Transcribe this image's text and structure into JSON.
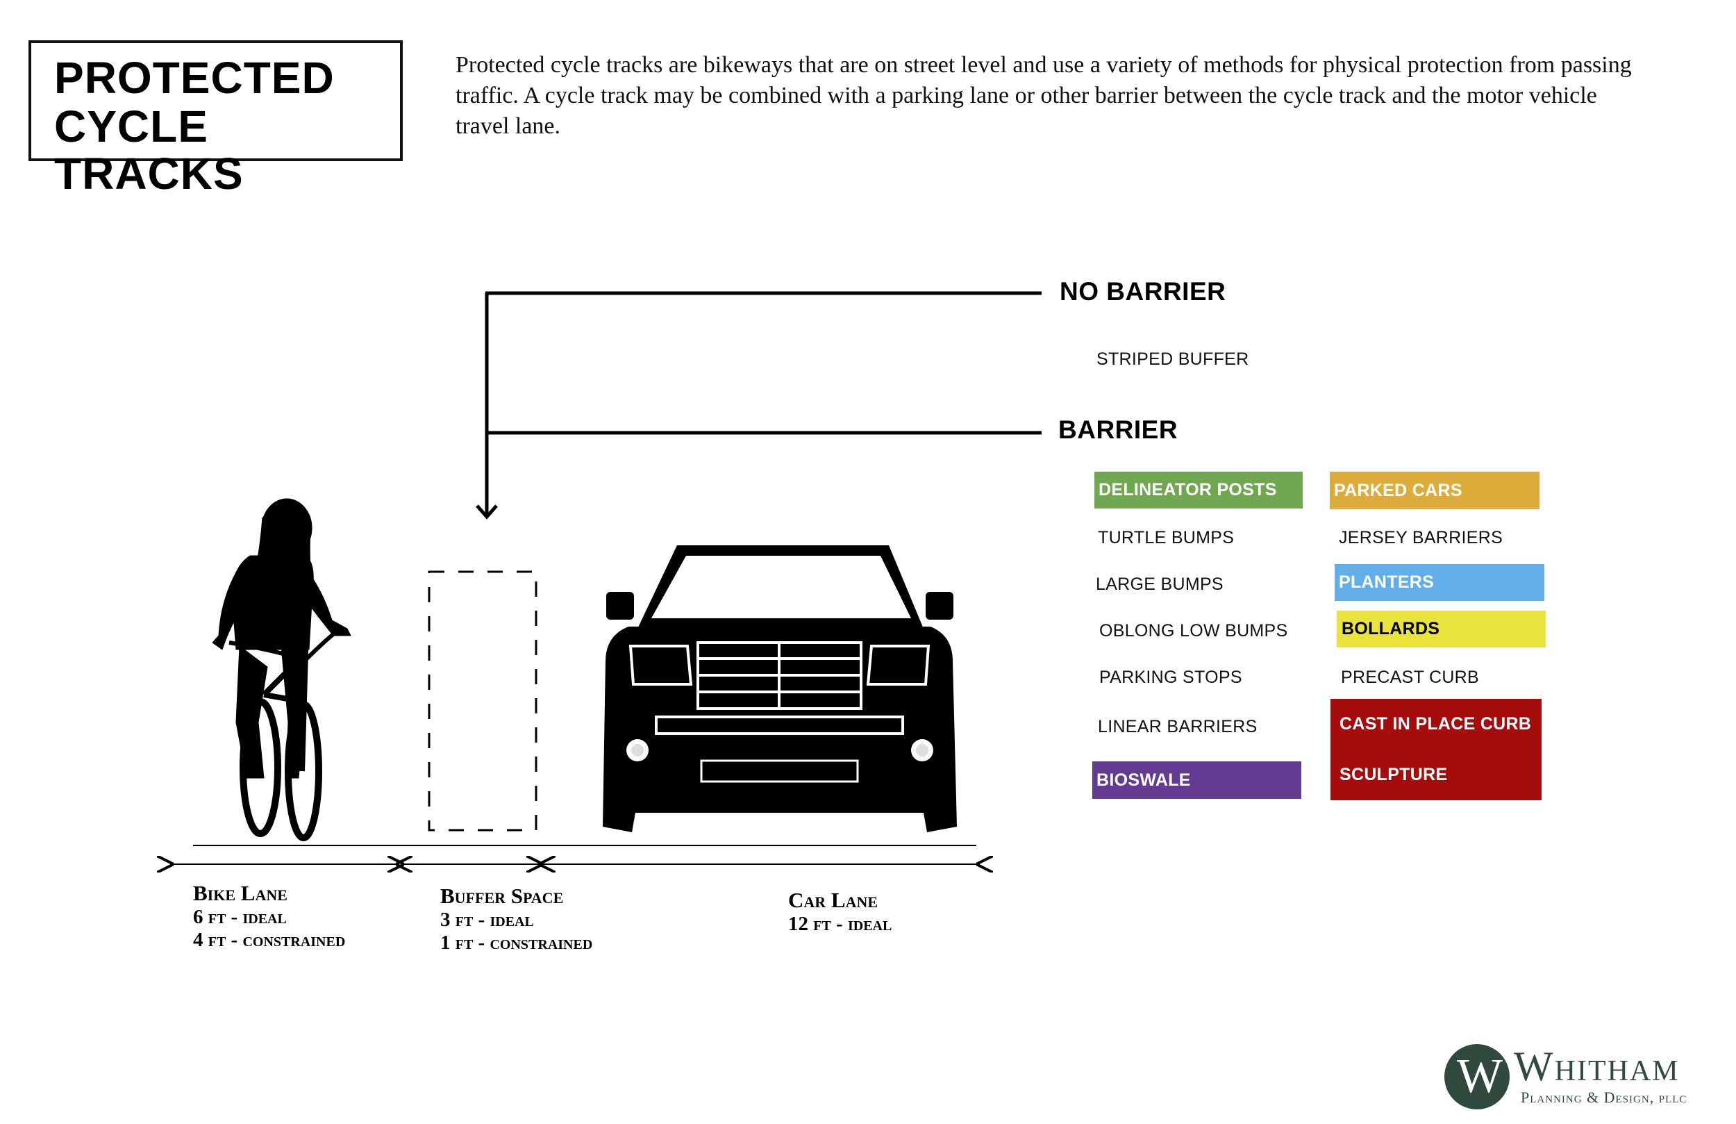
{
  "title": {
    "line1": "PROTECTED",
    "line2": "CYCLE TRACKS"
  },
  "intro": "Protected cycle tracks are bikeways that are on street level and use a variety of methods for physical protection from passing traffic.  A cycle track may be combined with a parking lane or other barrier between the cycle track and the motor vehicle travel lane.",
  "no_barrier": {
    "heading": "NO BARRIER",
    "items": [
      "STRIPED BUFFER"
    ]
  },
  "barrier": {
    "heading": "BARRIER",
    "items": [
      {
        "label": "DELINEATOR POSTS",
        "color": "#6fa84f"
      },
      {
        "label": "TURTLE BUMPS"
      },
      {
        "label": "LARGE BUMPS"
      },
      {
        "label": "OBLONG LOW BUMPS"
      },
      {
        "label": "PARKING STOPS"
      },
      {
        "label": "LINEAR BARRIERS"
      },
      {
        "label": "BIOSWALE",
        "color": "#643b92"
      },
      {
        "label": "PARKED CARS",
        "color": "#deac3a"
      },
      {
        "label": "JERSEY BARRIERS"
      },
      {
        "label": "PLANTERS",
        "color": "#62aee9"
      },
      {
        "label": "BOLLARDS",
        "color": "#e9e33b"
      },
      {
        "label": "PRECAST CURB"
      },
      {
        "label": "CAST IN PLACE CURB",
        "color": "#a50d0d"
      },
      {
        "label": "SCULPTURE",
        "color": "#a50d0d"
      }
    ]
  },
  "lanes": [
    {
      "name": "Bike Lane",
      "ideal": "6 ft - ideal",
      "constrained": "4 ft - constrained"
    },
    {
      "name": "Buffer Space",
      "ideal": "3 ft - ideal",
      "constrained": "1 ft - constrained"
    },
    {
      "name": "Car Lane",
      "ideal": "12 ft - ideal"
    }
  ],
  "logo": {
    "mark": "W",
    "name": "Whitham",
    "sub": "Planning & Design, pllc",
    "color": "#2f4a3d"
  }
}
